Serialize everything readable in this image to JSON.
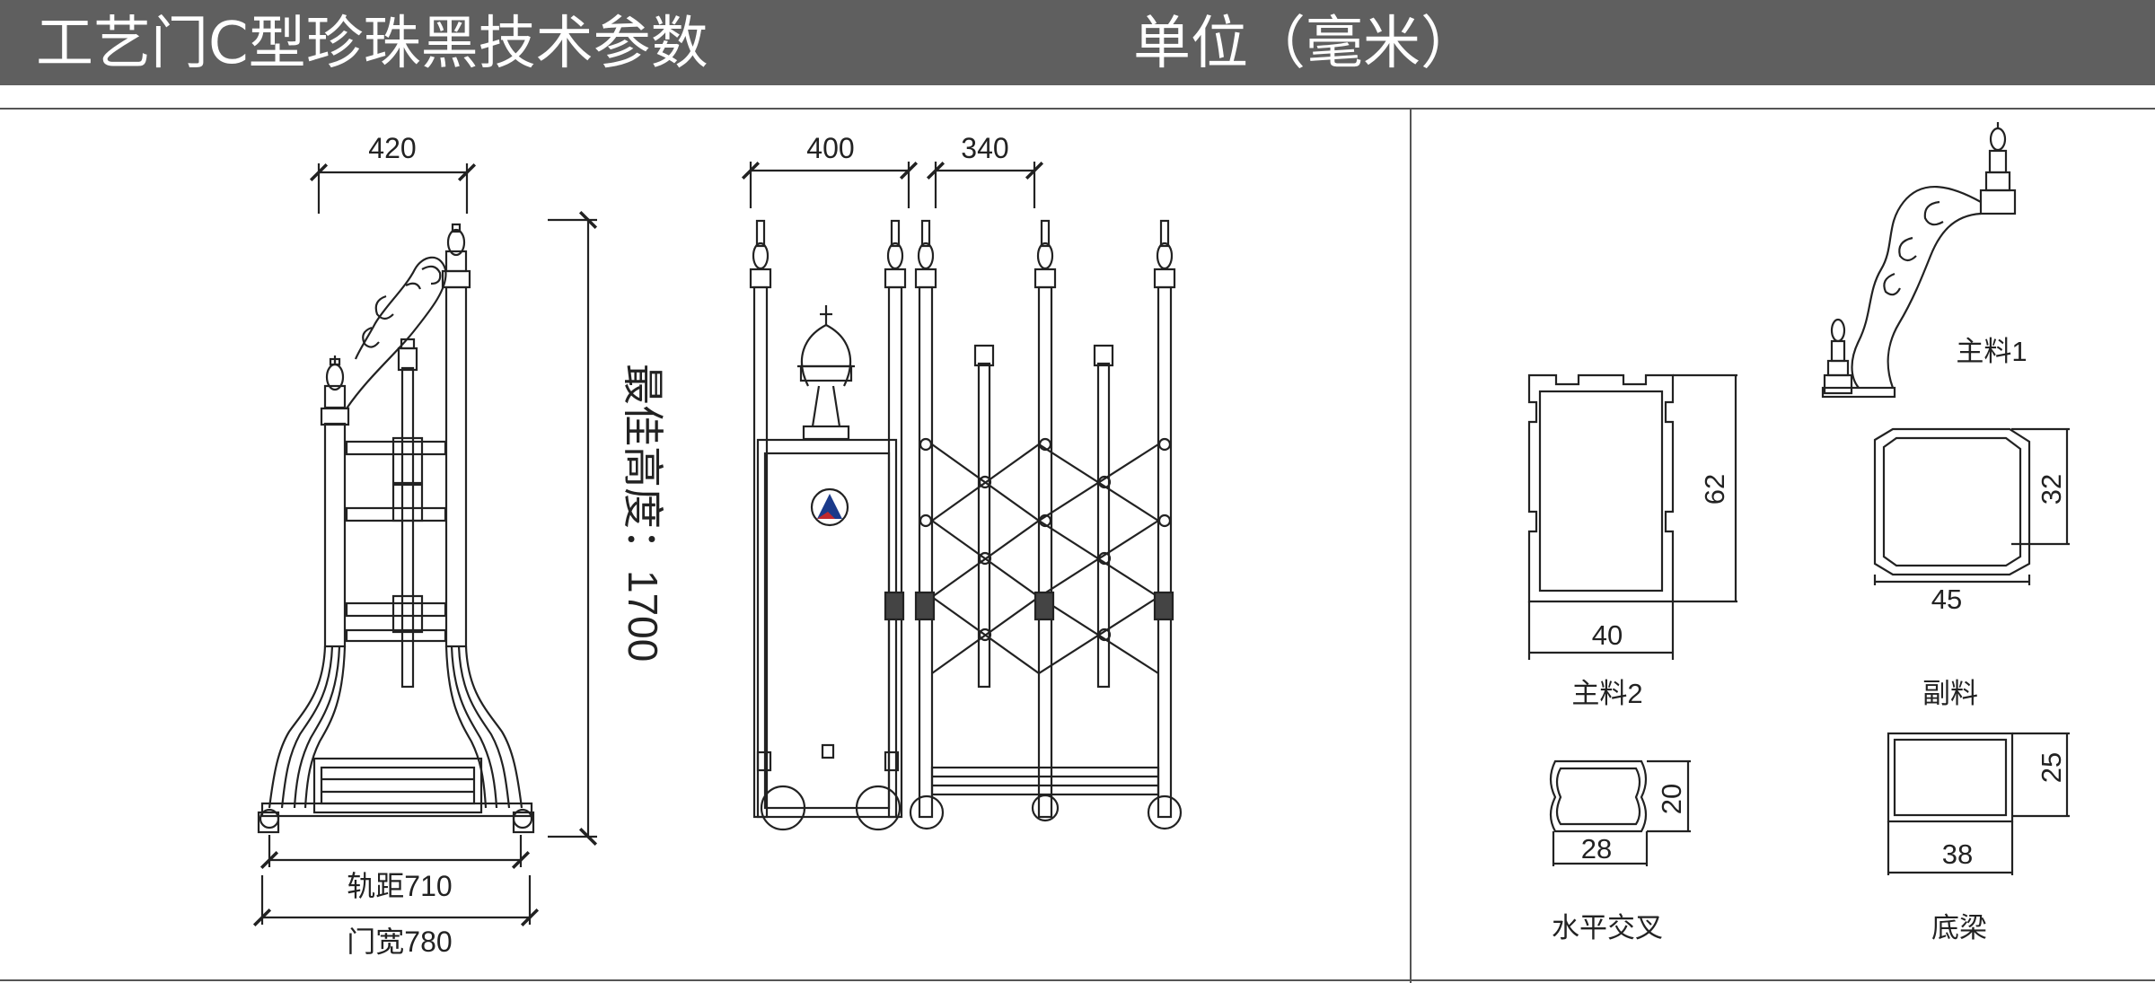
{
  "header": {
    "title": "工艺门C型珍珠黑技术参数",
    "unit": "单位（毫米）",
    "background": "#5f5f5f"
  },
  "colors": {
    "line": "#222222",
    "frame": "#555555",
    "text": "#222222"
  },
  "front_view": {
    "top_width": "420",
    "track_gauge": "轨距710",
    "door_width": "门宽780",
    "best_height": "最佳高度：1700"
  },
  "side_view": {
    "dim_a": "400",
    "dim_b": "340",
    "logo": "triangle-logo-icon"
  },
  "profiles": {
    "main1": {
      "label": "主料1"
    },
    "main2": {
      "label": "主料2",
      "width": "40",
      "height": "62"
    },
    "aux": {
      "label": "副料",
      "width": "45",
      "height": "32"
    },
    "cross": {
      "label": "水平交叉",
      "width": "28",
      "height": "20"
    },
    "beam": {
      "label": "底梁",
      "width": "38",
      "height": "25"
    }
  }
}
